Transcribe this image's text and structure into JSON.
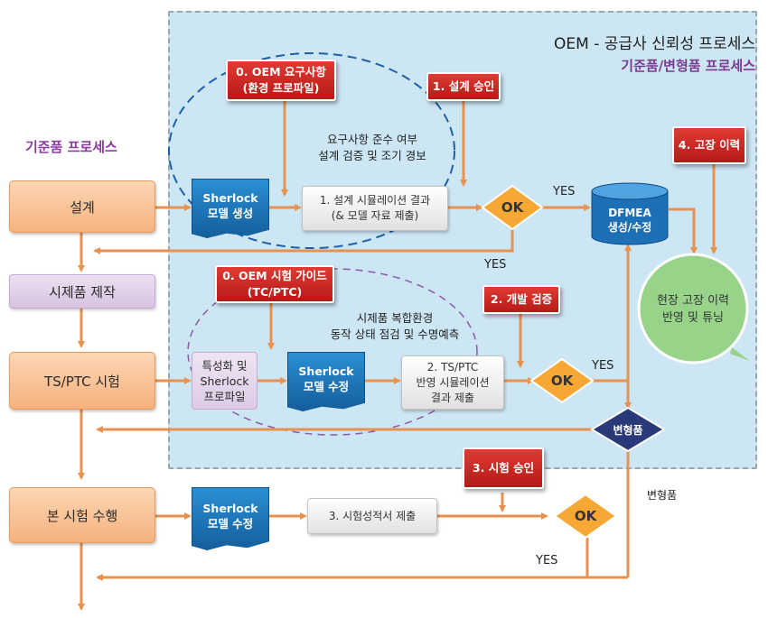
{
  "titles": {
    "main": "OEM - 공급사 신뢰성 프로세스",
    "sub": "기준품/변형품 프로세스",
    "base_process": "기준품 프로세스"
  },
  "left_flow": {
    "design": "설계",
    "prototype": "시제품 제작",
    "ts_ptc_test": "TS/PTC 시험",
    "main_test": "본 시험 수행"
  },
  "red_labels": {
    "oem_requirements": "0. OEM 요구사항",
    "oem_requirements_sub": "(환경 프로파일)",
    "design_approval": "1. 설계 승인",
    "failure_history": "4. 고장 이력",
    "oem_test_guide": "0. OEM 시험 가이드",
    "oem_test_guide_sub": "(TC/PTC)",
    "dev_verification": "2. 개발 검증",
    "test_approval": "3. 시험 승인"
  },
  "documents": {
    "sherlock_create_1": "Sherlock",
    "sherlock_create_2": "모델 생성",
    "sherlock_modify_a1": "Sherlock",
    "sherlock_modify_a2": "모델 수정",
    "sherlock_modify_b1": "Sherlock",
    "sherlock_modify_b2": "모델 수정"
  },
  "process_boxes": {
    "step1_line1": "1. 설계 시뮬레이션 결과",
    "step1_line2": "(& 모델 자료 제출)",
    "characterize_1": "특성화 및",
    "characterize_2": "Sherlock",
    "characterize_3": "프로파일",
    "step2_line1": "2. TS/PTC",
    "step2_line2": "반영 시뮬레이션",
    "step2_line3": "결과 제출",
    "step3": "3. 시험성적서 제출"
  },
  "notes": {
    "req_line1": "요구사항 준수 여부",
    "req_line2": "설계 검증 및 조기 경보",
    "proto_line1": "시제품 복합환경",
    "proto_line2": "동작 상태 점검 및 수명예측"
  },
  "decisions": {
    "ok1": "OK",
    "ok2": "OK",
    "ok3": "OK",
    "variant": "변형품"
  },
  "dfmea": {
    "line1": "DFMEA",
    "line2": "생성/수정"
  },
  "field": {
    "line1": "현장 고장 이력",
    "line2": "반영 및 튜닝"
  },
  "edge_labels": {
    "yes_ok1_right": "YES",
    "yes_ok1_down": "YES",
    "yes_ok2": "YES",
    "yes_ok3": "YES",
    "variant_below": "변형품"
  },
  "colors": {
    "arrow": "#e8924f",
    "region_bg": "#cde6f4",
    "red_label": "#c8211e",
    "doc_blue": "#1b72b8",
    "ok_diamond": "#f7a733",
    "variant_diamond": "#2a3a78",
    "green_circle": "#97d48a",
    "purple_text": "#8b3ca0"
  }
}
